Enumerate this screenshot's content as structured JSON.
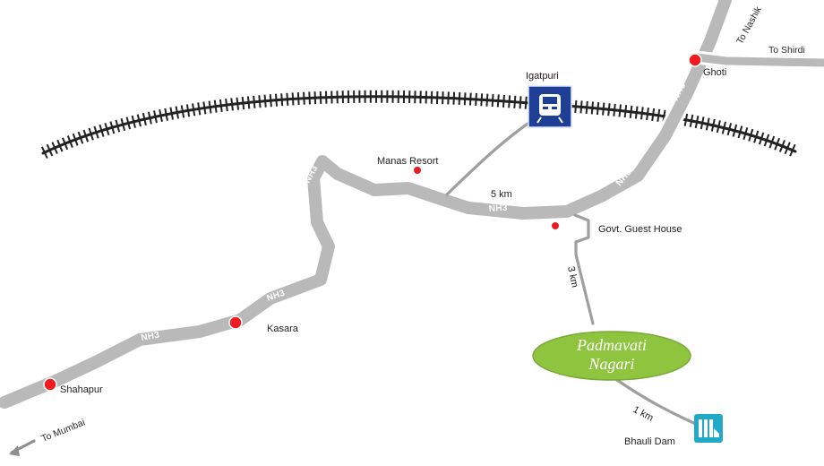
{
  "labels": {
    "nashik": "To Nashik",
    "shirdi": "To Shirdi",
    "ghoti": "Ghoti",
    "igatpuri": "Igatpuri",
    "manas_resort": "Manas Resort",
    "govt_guest_house": "Govt. Guest House",
    "kasara": "Kasara",
    "shahapur": "Shahapur",
    "mumbai": "To Mumbai",
    "project_line1": "Padmavati",
    "project_line2": "Nagari",
    "bhauli_dam": "Bhauli Dam"
  },
  "road_labels": {
    "nh3": "NH3"
  },
  "distance_labels": {
    "five_km": "5 km",
    "three_km": "3 km",
    "one_km": "1 km"
  },
  "colors": {
    "road": "#b9b9b9",
    "road_outline": "#ffffff",
    "minor_road": "#9f9f9f",
    "railway": "#222222",
    "marker": "#ef1b23",
    "station_box": "#1f3f96",
    "project_fill": "#8fc43f",
    "dam_icon": "#22a9c8",
    "text": "#1f1f1f"
  },
  "icons": {
    "station": "train-station-icon",
    "dam": "dam-icon",
    "direction_arrow": "arrow-left-down-icon"
  }
}
